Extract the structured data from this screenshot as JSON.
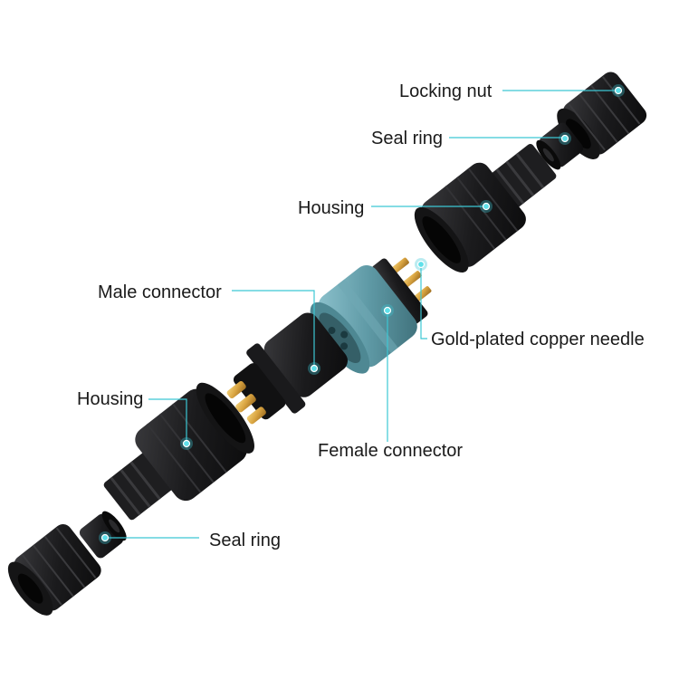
{
  "labels": {
    "locking_nut_top": "Locking nut",
    "seal_ring_top": "Seal ring",
    "housing_top": "Housing",
    "male_connector": "Male connector",
    "gold_needle": "Gold-plated copper needle",
    "female_connector": "Female connector",
    "housing_bottom": "Housing",
    "seal_ring_bottom": "Seal ring"
  },
  "colors": {
    "leader": "#3cc7d4",
    "part_black": "#1c1c1e",
    "part_teal": "#5f9aa6",
    "gold": "#d9a441"
  }
}
